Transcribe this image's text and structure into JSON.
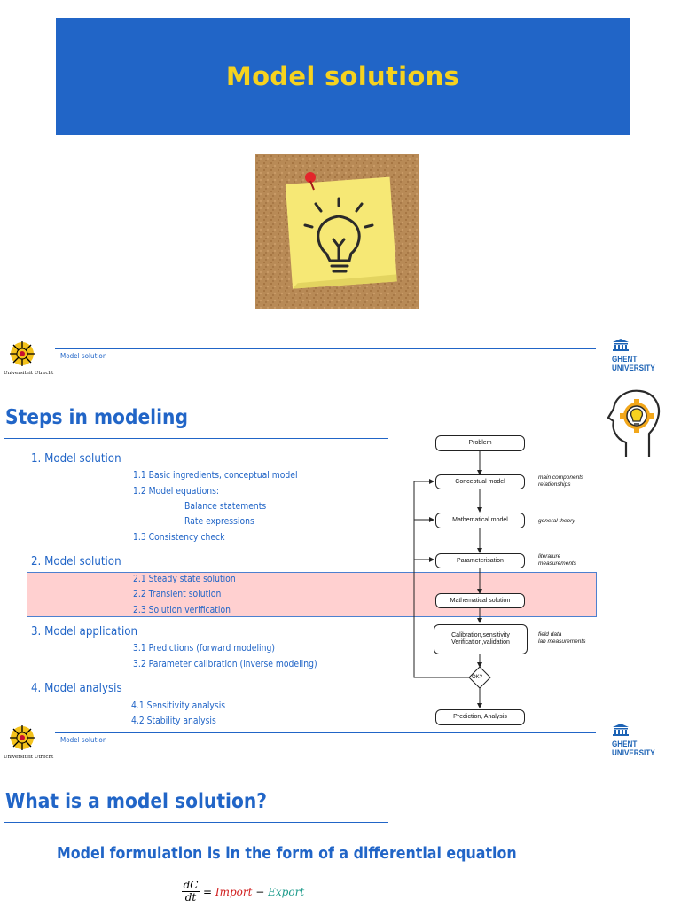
{
  "slide1": {
    "title": "Model solutions"
  },
  "header": {
    "label": "Model solution",
    "uu_caption": "Universiteit Utrecht",
    "ghent_line1": "GHENT",
    "ghent_line2": "UNIVERSITY"
  },
  "slide2": {
    "title": "Steps in modeling",
    "outline": [
      {
        "label": "1. Model solution",
        "items": [
          {
            "label": "1.1 Basic ingredients, conceptual model"
          },
          {
            "label": "1.2 Model equations:"
          },
          {
            "label": "Balance statements"
          },
          {
            "label": "Rate expressions"
          },
          {
            "label": "1.3 Consistency check"
          }
        ]
      },
      {
        "label": "2. Model solution",
        "items": [
          {
            "label": "2.1 Steady state solution"
          },
          {
            "label": "2.2 Transient solution"
          },
          {
            "label": "2.3 Solution verification"
          }
        ]
      },
      {
        "label": "3. Model application",
        "items": [
          {
            "label": "3.1 Predictions (forward modeling)"
          },
          {
            "label": "3.2 Parameter calibration (inverse modeling)"
          }
        ]
      },
      {
        "label": "4. Model analysis",
        "items": [
          {
            "label": "4.1 Sensitivity analysis"
          },
          {
            "label": "4.2 Stability analysis"
          }
        ]
      }
    ],
    "flowchart": {
      "problem": "Problem",
      "conceptual": "Conceptual model",
      "mathematical": "Mathematical model",
      "parameterisation": "Parameterisation",
      "solution": "Mathematical solution",
      "calibration_1": "Calibration,sensitivity",
      "calibration_2": "Verification,validation",
      "ok": "OK?",
      "prediction": "Prediction, Analysis",
      "note_conceptual_1": "main components",
      "note_conceptual_2": "relationships",
      "note_math": "general theory",
      "note_param_1": "literature",
      "note_param_2": "measurements",
      "note_calib_1": "field data",
      "note_calib_2": "lab measurements"
    }
  },
  "slide3": {
    "title": "What is a model solution?",
    "subtitle": "Model formulation is in the form of a differential equation",
    "eq_num": "dC",
    "eq_den": "dt",
    "eq_import": "Import",
    "eq_minus": " − ",
    "eq_export": "Export"
  },
  "colors": {
    "brand_blue": "#2165c7",
    "title_yellow": "#f6d21f",
    "highlight": "#ffc8c8",
    "import_red": "#d11f1f",
    "export_teal": "#1a9a8a"
  }
}
